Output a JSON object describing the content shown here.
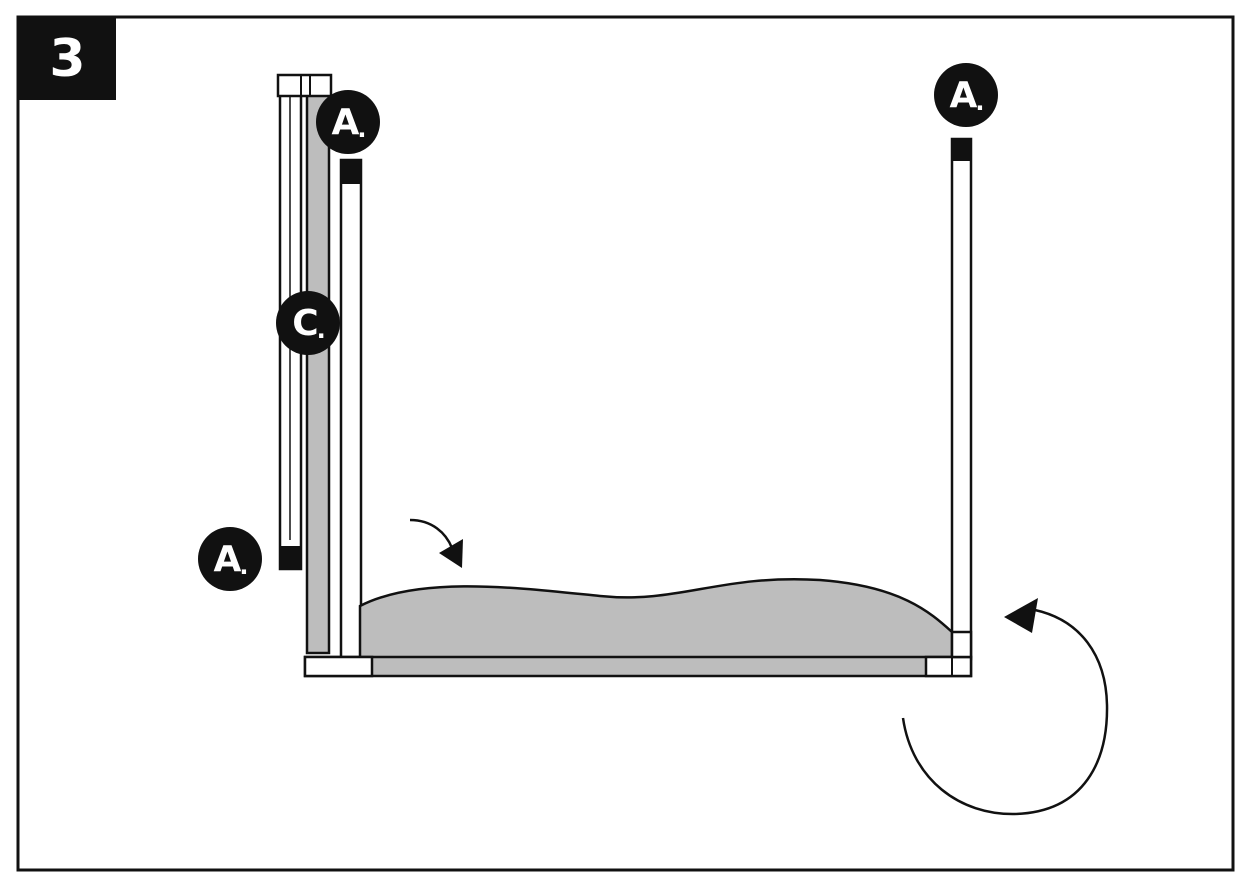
{
  "step": {
    "number": "3"
  },
  "labels": {
    "a_top_left": "A",
    "a_top_right": "A",
    "a_bottom_left": "A",
    "c": "C"
  },
  "colors": {
    "ink": "#111111",
    "fabric": "#bdbdbd",
    "background": "#ffffff"
  }
}
